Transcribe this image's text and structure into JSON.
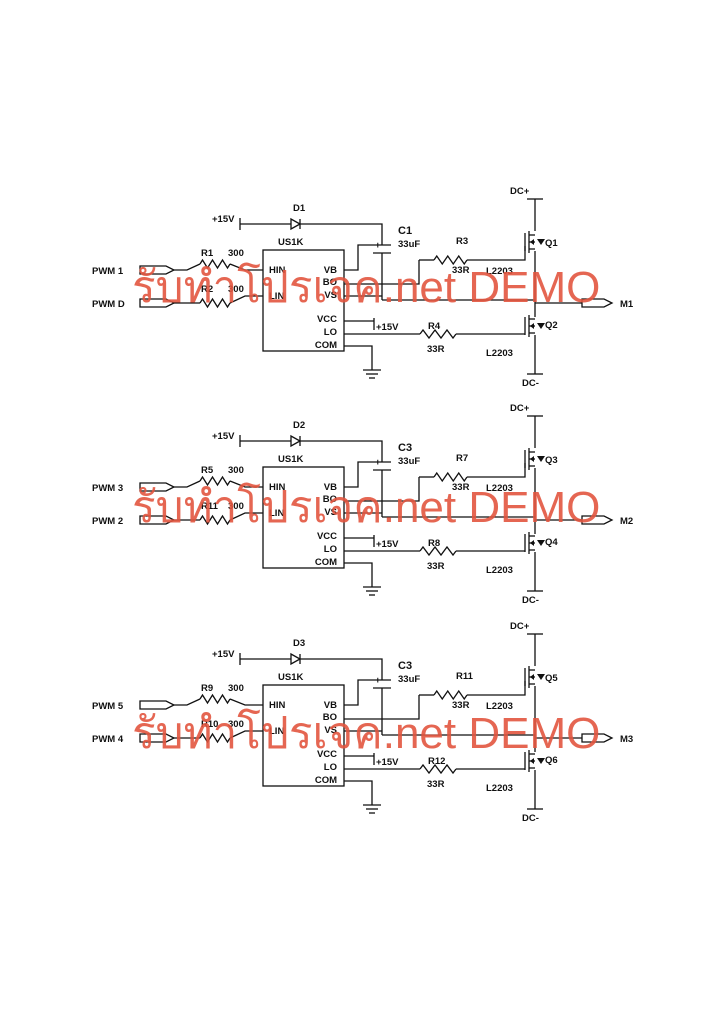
{
  "watermark": "รับทำโปรเจค.net DEMO",
  "colors": {
    "wire": "#111111",
    "watermark": "#e2553f",
    "background": "#ffffff"
  },
  "stages": [
    {
      "dc_plus": "DC+",
      "dc_minus": "DC-",
      "diode": "D1",
      "supply": "+15V",
      "supply_low": "+15V",
      "cap_name": "C1",
      "cap_value": "33uF",
      "cap_plus": "+",
      "ic": "US1K",
      "pins_left": [
        "HIN",
        "LIN"
      ],
      "pins_right": [
        "VB",
        "BO",
        "VS",
        "VCC",
        "LO",
        "COM"
      ],
      "r_in1": "R1",
      "r_in1_value": "300",
      "r_in2": "R2",
      "r_in2_value": "300",
      "in1": "PWM 1",
      "in2": "PWM D",
      "r_hi": "R3",
      "r_hi_value": "33R",
      "r_lo": "R4",
      "r_lo_value": "33R",
      "q_hi": "Q1",
      "q_lo": "Q2",
      "q_hi_part": "L2203",
      "q_lo_part": "L2203",
      "out": "M1"
    },
    {
      "dc_plus": "DC+",
      "dc_minus": "DC-",
      "diode": "D2",
      "supply": "+15V",
      "supply_low": "+15V",
      "cap_name": "C3",
      "cap_value": "33uF",
      "cap_plus": "+",
      "ic": "US1K",
      "pins_left": [
        "HIN",
        "LIN"
      ],
      "pins_right": [
        "VB",
        "BO",
        "VS",
        "VCC",
        "LO",
        "COM"
      ],
      "r_in1": "R5",
      "r_in1_value": "300",
      "r_in2": "R11",
      "r_in2_value": "300",
      "in1": "PWM 3",
      "in2": "PWM 2",
      "r_hi": "R7",
      "r_hi_value": "33R",
      "r_lo": "R8",
      "r_lo_value": "33R",
      "q_hi": "Q3",
      "q_lo": "Q4",
      "q_hi_part": "L2203",
      "q_lo_part": "L2203",
      "out": "M2"
    },
    {
      "dc_plus": "DC+",
      "dc_minus": "DC-",
      "diode": "D3",
      "supply": "+15V",
      "supply_low": "+15V",
      "cap_name": "C3",
      "cap_value": "33uF",
      "cap_plus": "+",
      "ic": "US1K",
      "pins_left": [
        "HIN",
        "LIN"
      ],
      "pins_right": [
        "VB",
        "BO",
        "VS",
        "VCC",
        "LO",
        "COM"
      ],
      "r_in1": "R9",
      "r_in1_value": "300",
      "r_in2": "R10",
      "r_in2_value": "300",
      "in1": "PWM 5",
      "in2": "PWM 4",
      "r_hi": "R11",
      "r_hi_value": "33R",
      "r_lo": "R12",
      "r_lo_value": "33R",
      "q_hi": "Q5",
      "q_lo": "Q6",
      "q_hi_part": "L2203",
      "q_lo_part": "L2203",
      "out": "M3"
    }
  ]
}
